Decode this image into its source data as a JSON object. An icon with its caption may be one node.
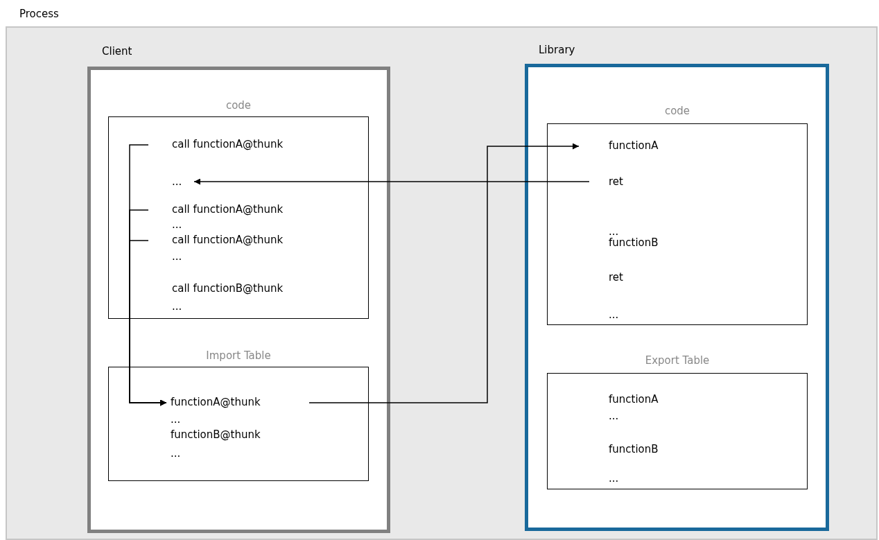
{
  "diagram": {
    "nodes": [
      {
        "text": [
          "Process"
        ]
      },
      {
        "text": [
          "Client"
        ],
        "in": 0
      },
      {
        "text": [
          "code",
          "...",
          "...",
          "call functionB@thunk",
          "..."
        ],
        "in": 1
      },
      {
        "text": [
          "call functionA@thunk"
        ],
        "in": 2
      },
      {
        "text": [
          "..."
        ],
        "in": 2
      },
      {
        "text": [
          "call functionA@thunk"
        ],
        "in": 2
      },
      {
        "text": [
          "call functionA@thunk"
        ],
        "in": 2
      },
      {
        "text": [
          "Import Table",
          "...",
          "functionB@thunk",
          "..."
        ],
        "in": 1
      },
      {
        "text": [
          "functionA@thunk"
        ],
        "in": 7
      },
      {
        "text": [
          "Library"
        ],
        "in": 0
      },
      {
        "text": [
          "code",
          "...",
          "functionB",
          "ret",
          "..."
        ],
        "in": 9
      },
      {
        "text": [
          "functionA"
        ],
        "in": 10
      },
      {
        "text": [
          "ret"
        ],
        "in": 10
      },
      {
        "text": [
          "Export Table",
          "functionA",
          "...",
          "functionB",
          "..."
        ],
        "in": 9
      }
    ],
    "edges": [
      {
        "from": 3,
        "to": 8,
        "arrow": "to"
      },
      {
        "from": 5,
        "to": 8,
        "arrow": "to"
      },
      {
        "from": 6,
        "to": 8,
        "arrow": "to"
      },
      {
        "from": 8,
        "to": 11,
        "arrow": "to"
      },
      {
        "from": 12,
        "to": 4,
        "arrow": "to"
      }
    ]
  }
}
